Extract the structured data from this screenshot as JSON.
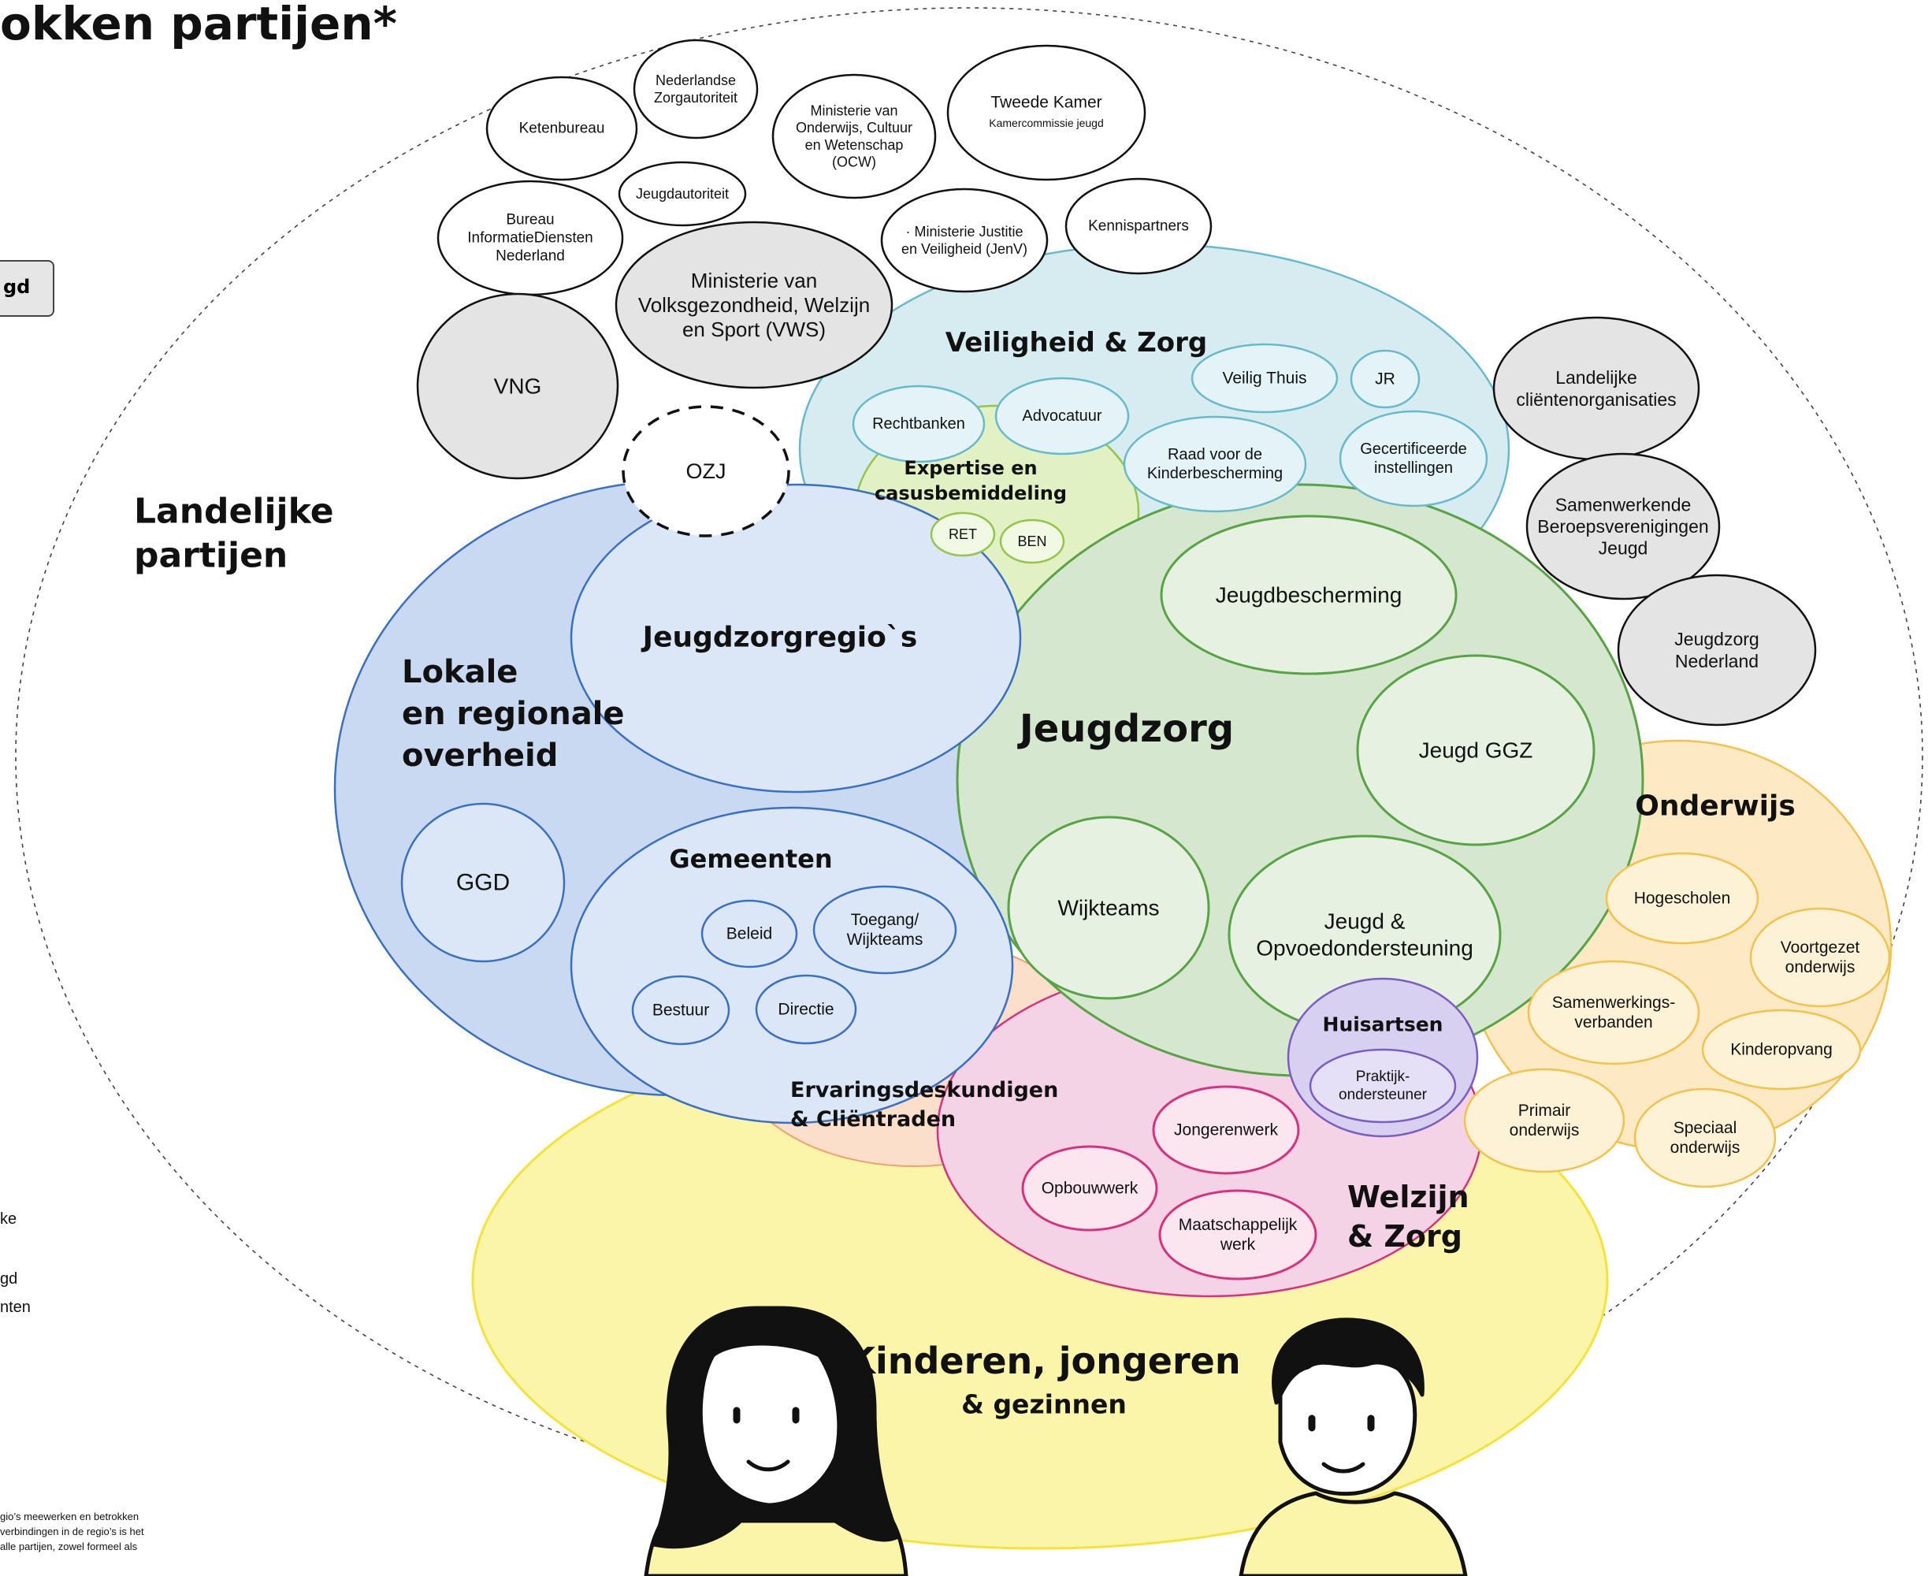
{
  "page": {
    "title": "okken partijen*",
    "legend_button": "gd",
    "side_label_1": "ke",
    "side_label_2": "gd",
    "side_label_3": "nten",
    "footnote": [
      "gio’s meewerken en betrokken",
      "verbindingen in de regio’s is het",
      "alle partijen, zowel formeel als"
    ]
  },
  "colors": {
    "landelijk_fill": "#e4e4e4",
    "lokaal_fill": "#c9d9f1",
    "lokaal_stroke": "#3a6fc2",
    "lokaal_text": "#3e7ccf",
    "jeugdzorg_fill": "#d5e8cf",
    "jeugdzorg_stroke": "#5aa246",
    "jeugdzorg_text": "#5aa246",
    "veiligheid_fill": "#d6ecf1",
    "veiligheid_stroke": "#69b9cc",
    "veiligheid_text": "#5bb2c9",
    "onderwijs_fill": "#fde9c4",
    "onderwijs_stroke": "#f2c24b",
    "onderwijs_text": "#ef8a38",
    "welzijn_fill": "#f4d3e6",
    "welzijn_stroke": "#d6327e",
    "welzijn_text": "#d94a8c",
    "kinderen_fill": "#fbf5a9",
    "kinderen_stroke": "#f3e33a",
    "kinderen_text": "#ef8a38",
    "ervaring_fill": "#fbdfcb",
    "ervaring_text": "#ef8a38",
    "huisartsen_fill": "#d8d0f0",
    "huisartsen_stroke": "#7b5cc2",
    "huisartsen_text": "#4a2aa0",
    "expertise_fill": "#e2f1c4",
    "expertise_stroke": "#93c54a",
    "expertise_text": "#7fb63a"
  },
  "landelijke_partijen": {
    "heading": [
      "Landelijke",
      "partijen"
    ],
    "items": {
      "ketenbureau": [
        "Ketenbureau"
      ],
      "nza": [
        "Nederlandse",
        "Zorgautoriteit"
      ],
      "ocw": [
        "Ministerie van",
        "Onderwijs, Cultuur",
        "en Wetenschap",
        "(OCW)"
      ],
      "tweede_kamer": [
        "Tweede Kamer"
      ],
      "tweede_kamer_sub": "Kamercommissie jeugd",
      "jeugdautoriteit": [
        "Jeugdautoriteit"
      ],
      "bid": [
        "Bureau",
        "InformatieDiensten",
        "Nederland"
      ],
      "jenv": [
        "· Ministerie Justitie",
        "en Veiligheid (JenV)"
      ],
      "kennispartners": [
        "Kennispartners"
      ],
      "vws": [
        "Ministerie van",
        "Volksgezondheid, Welzijn",
        "en Sport (VWS)"
      ],
      "vng": [
        "VNG"
      ],
      "clientenorg": [
        "Landelijke",
        "cliëntenorganisaties"
      ],
      "beroepsverenigingen": [
        "Samenwerkende",
        "Beroepsverenigingen",
        "Jeugd"
      ],
      "jeugdzorg_nl": [
        "Jeugdzorg",
        "Nederland"
      ]
    }
  },
  "ozj": "OZJ",
  "veiligheid_zorg": {
    "heading": "Veiligheid & Zorg",
    "items": {
      "veilig_thuis": [
        "Veilig Thuis"
      ],
      "jr": [
        "JR"
      ],
      "advocatuur": [
        "Advocatuur"
      ],
      "rechtbanken": [
        "Rechtbanken"
      ],
      "raad": [
        "Raad voor de",
        "Kinderbescherming"
      ],
      "gecertificeerde": [
        "Gecertificeerde",
        "instellingen"
      ]
    }
  },
  "expertise": {
    "heading": [
      "Expertise en",
      "casusbemiddeling"
    ],
    "items": {
      "ret": "RET",
      "ben": "BEN"
    }
  },
  "lokaal": {
    "heading": [
      "Lokale",
      "en regionale",
      "overheid"
    ],
    "jeugdzorgregios": "Jeugdzorgregio`s",
    "ggd": "GGD",
    "gemeenten": {
      "heading": "Gemeenten",
      "beleid": [
        "Beleid"
      ],
      "toegang": [
        "Toegang/",
        "Wijkteams"
      ],
      "bestuur": [
        "Bestuur"
      ],
      "directie": [
        "Directie"
      ]
    }
  },
  "jeugdzorg": {
    "heading": "Jeugdzorg",
    "jeugdbescherming": [
      "Jeugdbescherming"
    ],
    "jeugd_ggz": [
      "Jeugd GGZ"
    ],
    "wijkteams": [
      "Wijkteams"
    ],
    "opvoedondersteuning": [
      "Jeugd &",
      "Opvoedondersteuning"
    ]
  },
  "huisartsen": {
    "heading": "Huisartsen",
    "praktijk": [
      "Praktijk-",
      "ondersteuner"
    ]
  },
  "onderwijs": {
    "heading": "Onderwijs",
    "hogescholen": [
      "Hogescholen"
    ],
    "voortgezet": [
      "Voortgezet",
      "onderwijs"
    ],
    "samenwerkingsverbanden": [
      "Samenwerkings-",
      "verbanden"
    ],
    "kinderopvang": [
      "Kinderopvang"
    ],
    "primair": [
      "Primair",
      "onderwijs"
    ],
    "speciaal": [
      "Speciaal",
      "onderwijs"
    ]
  },
  "welzijn": {
    "heading": [
      "Welzijn",
      "& Zorg"
    ],
    "jongerenwerk": [
      "Jongerenwerk"
    ],
    "opbouwwerk": [
      "Opbouwwerk"
    ],
    "maatschappelijk": [
      "Maatschappelijk",
      "werk"
    ]
  },
  "ervaring": {
    "heading": [
      "Ervaringsdeskundigen",
      "& Cliëntraden"
    ]
  },
  "kinderen": {
    "heading": "Kinderen, jongeren",
    "sub": "& gezinnen"
  }
}
